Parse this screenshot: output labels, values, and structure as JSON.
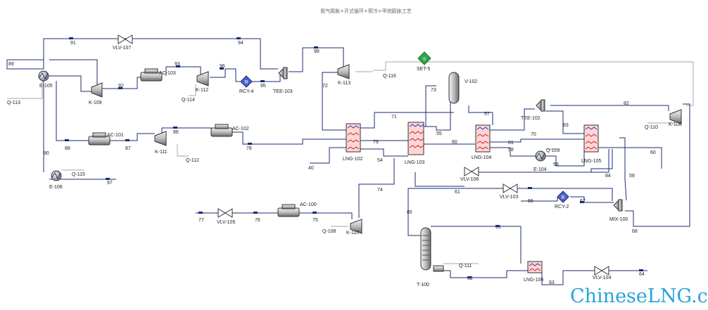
{
  "title": "氮气膨胀+开式循环+预冷+甲烷膨胀工艺",
  "watermark": "ChineseLNG.cn",
  "colors": {
    "material": "#1b2a7a",
    "energy": "#b8b8b8",
    "watermark": "#27a3dd"
  },
  "units": {
    "E-105": "E-105",
    "K-109": "K-109",
    "AC-103": "AC-103",
    "K-112": "K-112",
    "RCY-4": "RCY-4",
    "TEE-103": "TEE-103",
    "K-113": "K-113",
    "SET-5": "SET-5",
    "V-102": "V-102",
    "TEE-102": "TEE-102",
    "K-108": "K-108",
    "AC-101": "AC-101",
    "K-111": "K-111",
    "AC-102": "AC-102",
    "LNG-102": "LNG-102",
    "LNG-103": "LNG-103",
    "LNG-104": "LNG-104",
    "LNG-105": "LNG-105",
    "E-104": "E-104",
    "E-106": "E-106",
    "VLV-107": "VLV-107",
    "VLV-106": "VLV-106",
    "VLV-103": "VLV-103",
    "RCY-2": "RCY-2",
    "MIX-100": "MIX-100",
    "AC-100": "AC-100",
    "VLV-105": "VLV-105",
    "K-110": "K-110",
    "T-100": "T-100",
    "LNG-106": "LNG-106",
    "VLV-104": "VLV-104"
  },
  "streams": {
    "s89": "89",
    "s91": "91",
    "s94": "94",
    "s98": "98",
    "s93": "93",
    "s92": "92",
    "s96": "96",
    "s95": "95",
    "s72": "72",
    "s73": "73",
    "s71": "71",
    "s57": "57",
    "s82": "82",
    "s83": "83",
    "s70": "70",
    "s55": "55",
    "s60a": "60",
    "s60b": "60",
    "s81": "81",
    "s58": "58",
    "s59a": "59",
    "s59b": "59",
    "s79": "79",
    "s54": "54",
    "s40": "40",
    "s90": "90",
    "s88": "88",
    "s87": "87",
    "s86": "86",
    "s78": "78",
    "s97": "97",
    "s84": "84",
    "s61": "61",
    "s74": "74",
    "s66": "66",
    "s67": "67",
    "s68": "68",
    "s85": "85",
    "s65": "65",
    "s77": "77",
    "s76": "76",
    "s75": "75",
    "s62": "62",
    "s63": "63",
    "s64": "64"
  },
  "energy": {
    "Q-113": "Q-113",
    "Q-114": "Q-114",
    "Q-116": "Q-116",
    "Q-110": "Q-110",
    "Q-112": "Q-112",
    "Q-109": "Q-109",
    "Q-115": "Q-115",
    "Q-108": "Q-108",
    "Q-111": "Q-111"
  }
}
